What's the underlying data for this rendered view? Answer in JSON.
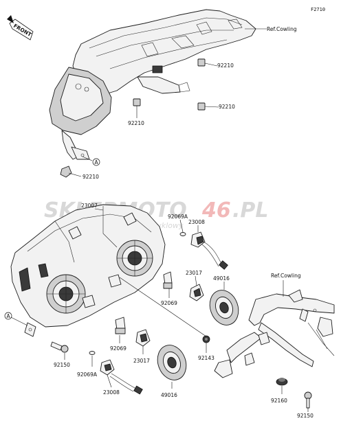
{
  "figure_code": "F2710",
  "front_label": "FRONT",
  "ref_cowling_top": "Ref.Cowling",
  "ref_cowling_bottom": "Ref.Cowling",
  "circle_ref": "A",
  "watermark": {
    "left": "SKLEPMOTO",
    "right": "46",
    "suffix": ".PL",
    "sub": "internetowy sklep motocyklowy"
  },
  "part_numbers": {
    "p92210_a": "92210",
    "p92210_b": "92210",
    "p92210_c": "92210",
    "p92210_d": "92210",
    "p23007": "23007",
    "p92069A_a": "92069A",
    "p23008_a": "23008",
    "p23017_a": "23017",
    "p49016_a": "49016",
    "p92069_a": "92069",
    "p92069_b": "92069",
    "p23017_b": "23017",
    "p92143": "92143",
    "p92150_a": "92150",
    "p92069A_b": "92069A",
    "p23008_b": "23008",
    "p49016_b": "49016",
    "p92160": "92160",
    "p92150_b": "92150"
  }
}
